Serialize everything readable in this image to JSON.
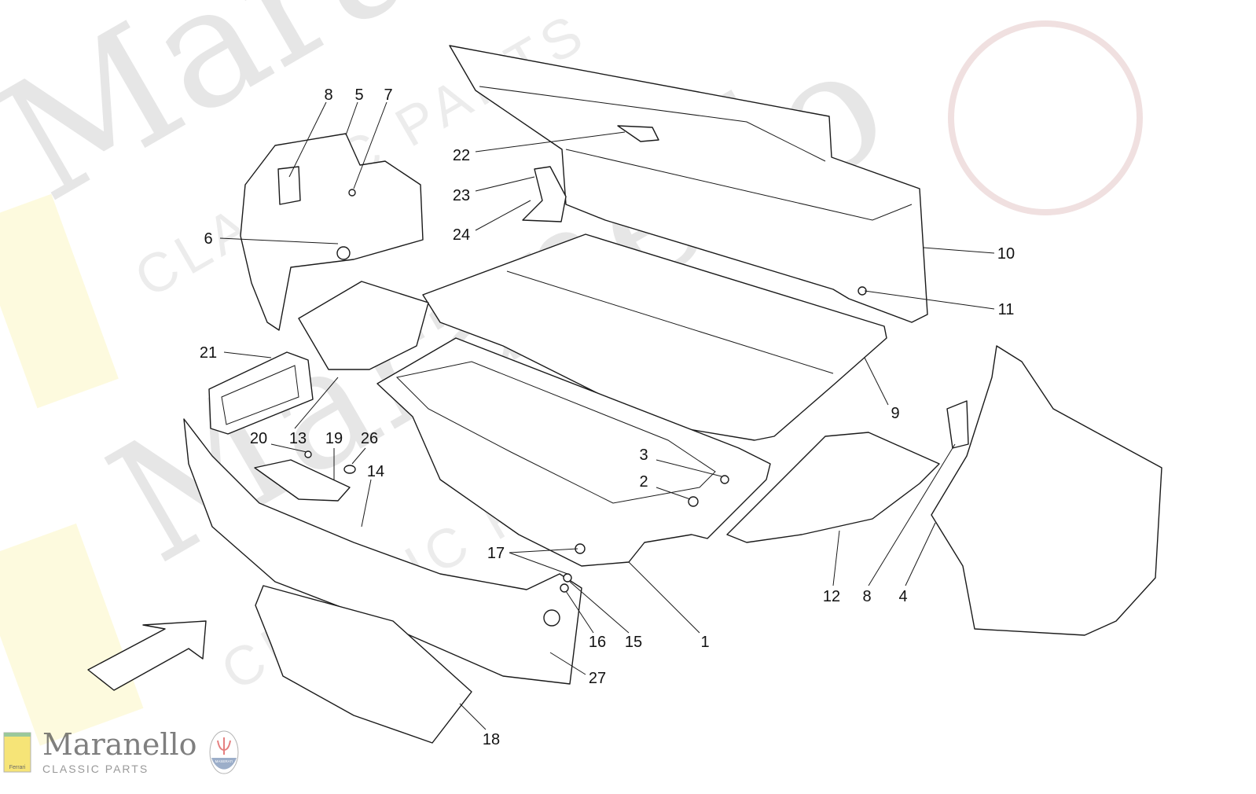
{
  "watermark": {
    "main": "Maranello",
    "sub": "CLASSIC PARTS"
  },
  "logo": {
    "brand": "Maranello",
    "tagline": "CLASSIC PARTS",
    "left_badge": "Ferrari",
    "right_badge": "MASERATI"
  },
  "callouts": [
    "8",
    "5",
    "7",
    "22",
    "23",
    "24",
    "6",
    "10",
    "11",
    "21",
    "9",
    "20",
    "13",
    "19",
    "26",
    "14",
    "3",
    "2",
    "17",
    "16",
    "15",
    "1",
    "27",
    "12",
    "8",
    "4",
    "18"
  ],
  "colors": {
    "line": "#1a1a1a",
    "watermark": "#e6e6e6"
  }
}
